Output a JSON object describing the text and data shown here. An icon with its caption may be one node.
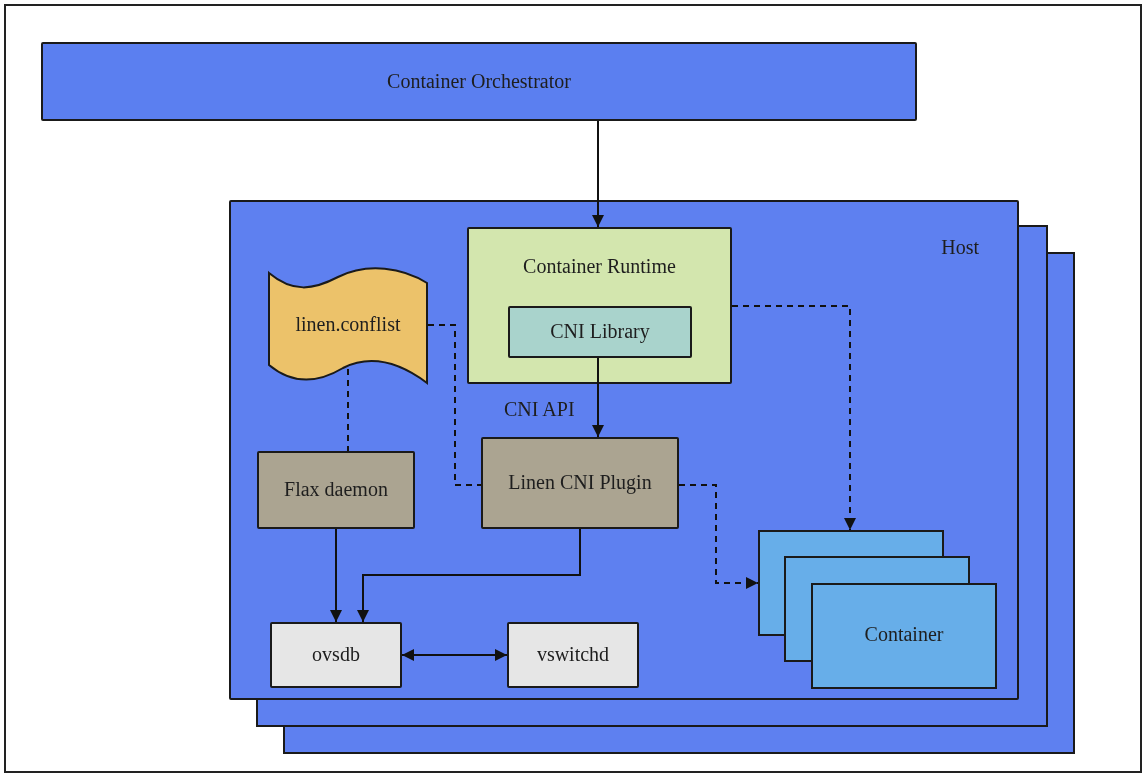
{
  "diagram": {
    "nodes": [
      {
        "text": [
          "Container Orchestrator"
        ]
      },
      {
        "text": [
          "Host"
        ]
      },
      {
        "text": [
          "Container Runtime"
        ],
        "in": 1
      },
      {
        "text": [
          "CNI Library"
        ],
        "in": 2
      },
      {
        "text": [
          "linen.conflist"
        ],
        "in": 1
      },
      {
        "text": [
          "Flax daemon"
        ],
        "in": 1
      },
      {
        "text": [
          "Linen CNI Plugin"
        ],
        "in": 1
      },
      {
        "text": [
          "Container"
        ],
        "in": 1
      },
      {
        "text": [
          "ovsdb"
        ],
        "in": 1
      },
      {
        "text": [
          "vswitchd"
        ],
        "in": 1
      }
    ],
    "edges": [
      {
        "from": 0,
        "to": 2,
        "arrow": "to"
      },
      {
        "from": 3,
        "to": 6,
        "arrow": "to",
        "label": "CNI API"
      },
      {
        "from": 2,
        "to": 7,
        "arrow": "to",
        "style": "dashed"
      },
      {
        "from": 4,
        "to": 6,
        "arrow": "none",
        "style": "dashed"
      },
      {
        "from": 4,
        "to": 5,
        "arrow": "none",
        "style": "dashed"
      },
      {
        "from": 6,
        "to": 7,
        "arrow": "to",
        "style": "dashed"
      },
      {
        "from": 5,
        "to": 8,
        "arrow": "to"
      },
      {
        "from": 6,
        "to": 8,
        "arrow": "to"
      },
      {
        "from": 8,
        "to": 9,
        "arrow": "both"
      }
    ]
  }
}
